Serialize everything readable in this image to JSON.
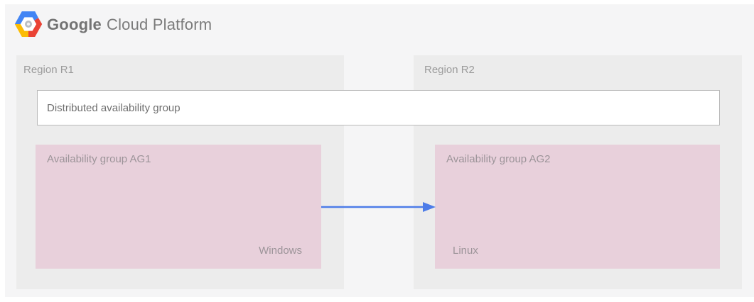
{
  "header": {
    "brand": {
      "google": "Google",
      "cloud_platform": "Cloud Platform"
    }
  },
  "regions": [
    {
      "label": "Region R1"
    },
    {
      "label": "Region R2"
    }
  ],
  "distributed_group": {
    "label": "Distributed availability group"
  },
  "availability_groups": [
    {
      "label": "Availability group AG1",
      "os_label": "Windows"
    },
    {
      "label": "Availability group AG2",
      "os_label": "Linux"
    }
  ],
  "arrow": {
    "from": "Availability group AG1",
    "to": "Availability group AG2"
  },
  "colors": {
    "panel_background": "#f5f5f6",
    "region_background": "#ececec",
    "availability_group_pink": "#e8d0db",
    "arrow_blue": "#4d7ce8",
    "box_border": "#b9b9b9",
    "label_gray": "#9b9b9b",
    "logo_blue": "#4285f4",
    "logo_yellow": "#fbbc05",
    "logo_red": "#ea4335"
  }
}
